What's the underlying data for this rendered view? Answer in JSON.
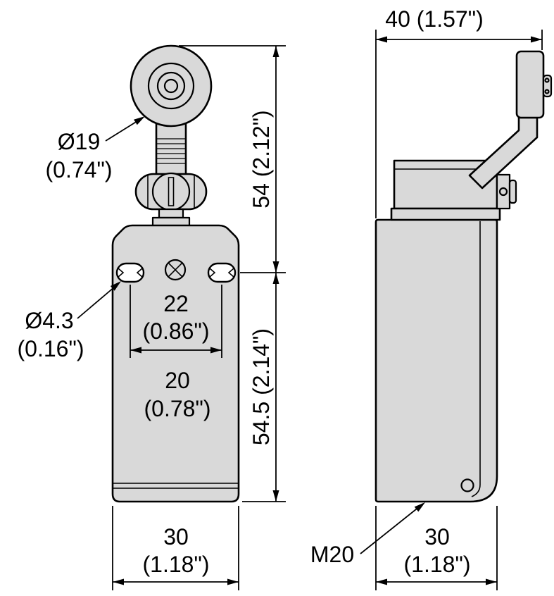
{
  "drawing": {
    "front_view": {
      "roller_diameter_mm": "Ø19",
      "roller_diameter_in": "(0.74\")",
      "hole_diameter_mm": "Ø4.3",
      "hole_diameter_in": "(0.16\")",
      "hole_spacing_mm": "22",
      "hole_spacing_in": "(0.86\")",
      "slot_spacing_mm": "20",
      "slot_spacing_in": "(0.78\")",
      "lever_height": "54 (2.12\")",
      "body_height": "54.5 (2.14\")",
      "width_mm": "30",
      "width_in": "(1.18\")"
    },
    "side_view": {
      "depth": "40 (1.57\")",
      "conduit_thread": "M20",
      "width_mm": "30",
      "width_in": "(1.18\")"
    },
    "colors": {
      "line": "#000000",
      "body_fill": "#d9d9d9",
      "background": "#ffffff"
    }
  }
}
